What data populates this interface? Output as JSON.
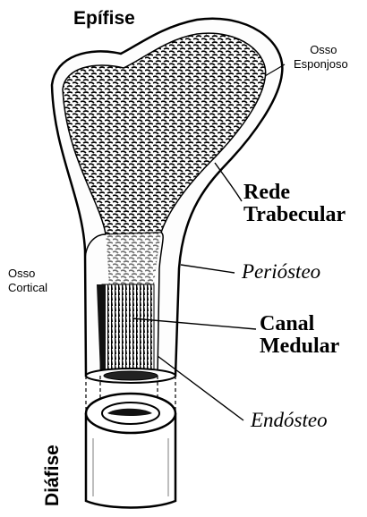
{
  "labels": {
    "epiphysis": "Epífise",
    "spongy_bone_1": "Osso",
    "spongy_bone_2": "Esponjoso",
    "trabecular_1": "Rede",
    "trabecular_2": "Trabecular",
    "cortical_1": "Osso",
    "cortical_2": "Cortical",
    "periosteum": "Perióst‌eo",
    "medullary_1": "Canal",
    "medullary_2": "Medular",
    "endosteum": "Endósteo",
    "diaphysis": "Diáfise"
  },
  "colors": {
    "ink": "#000000",
    "paper": "#ffffff"
  }
}
